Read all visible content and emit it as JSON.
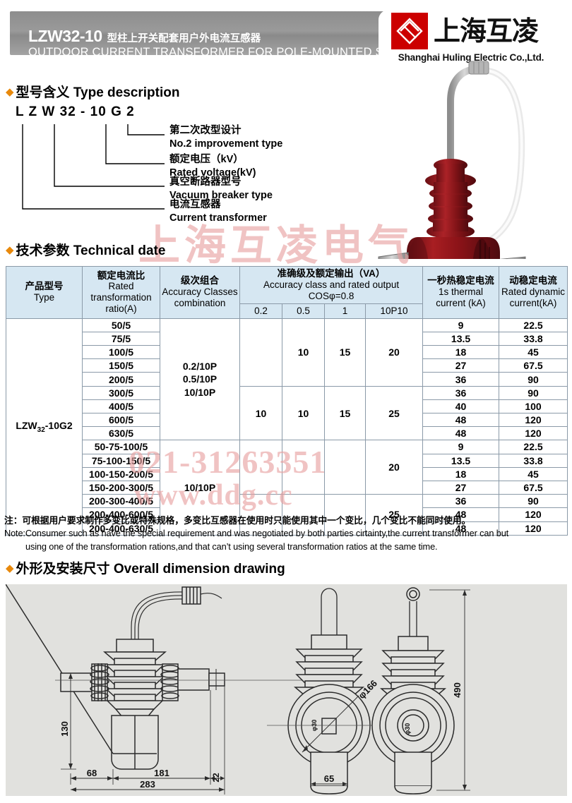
{
  "header": {
    "model": "LZW32-10",
    "title_cn": "型柱上开关配套用户外电流互感器",
    "title_en": "OUTDOOR CURRENT TRANSFORMER FOR POLE-MOUNTED SWITCH",
    "logo_cn": "上海互凌",
    "logo_en": "Shanghai Huling Electric Co.,Ltd.",
    "logo_color": "#cc0000",
    "bar_color": "#919191"
  },
  "sections": {
    "type_description": {
      "cn": "型号含义",
      "en": "Type description"
    },
    "technical_data": {
      "cn": "技术参数",
      "en": "Technical date"
    },
    "dimension_drawing": {
      "cn": "外形及安装尺寸",
      "en": "Overall dimension drawing"
    }
  },
  "type_description": {
    "code": "L   Z W 32   -   10   G 2",
    "items": [
      {
        "cn": "第二次改型设计",
        "en": "No.2 improvement type"
      },
      {
        "cn": "额定电压（kV）",
        "en": "Rated voltage(kV)"
      },
      {
        "cn": "真空断路器型号",
        "en": "Vacuum breaker type"
      },
      {
        "cn": "电流互感器",
        "en": "Current transformer"
      }
    ]
  },
  "table": {
    "headers": {
      "type": {
        "cn": "产品型号",
        "en": "Type"
      },
      "ratio": {
        "cn": "额定电流比",
        "en": "Rated transformation ratio(A)"
      },
      "accuracy": {
        "cn": "级次组合",
        "en": "Accuracy Classes combination"
      },
      "output": {
        "cn": "准确级及额定输出（VA）",
        "en": "Accuracy class and rated output",
        "cos": "COSφ=0.8"
      },
      "output_cols": [
        "0.2",
        "0.5",
        "1",
        "10P10"
      ],
      "thermal": {
        "cn": "一秒热稳定电流",
        "en": "1s thermal current (kA)"
      },
      "dynamic": {
        "cn": "动稳定电流",
        "en": "Rated dynamic current(kA)"
      }
    },
    "product_type": "LZW32-10G2",
    "product_type_main": "LZW",
    "product_type_sub": "32",
    "product_type_tail": "-10G2",
    "accuracy_group_1": "0.2/10P 0.5/10P 10/10P",
    "accuracy_group_1_lines": [
      "0.2/10P",
      "0.5/10P",
      "10/10P"
    ],
    "accuracy_group_2": "10/10P",
    "rows": [
      {
        "ratio": "50/5",
        "thermal": "9",
        "dynamic": "22.5"
      },
      {
        "ratio": "75/5",
        "thermal": "13.5",
        "dynamic": "33.8"
      },
      {
        "ratio": "100/5",
        "thermal": "18",
        "dynamic": "45"
      },
      {
        "ratio": "150/5",
        "thermal": "27",
        "dynamic": "67.5"
      },
      {
        "ratio": "200/5",
        "thermal": "36",
        "dynamic": "90"
      },
      {
        "ratio": "300/5",
        "thermal": "36",
        "dynamic": "90"
      },
      {
        "ratio": "400/5",
        "thermal": "40",
        "dynamic": "100"
      },
      {
        "ratio": "600/5",
        "thermal": "48",
        "dynamic": "120"
      },
      {
        "ratio": "630/5",
        "thermal": "48",
        "dynamic": "120"
      },
      {
        "ratio": "50-75-100/5",
        "thermal": "9",
        "dynamic": "22.5"
      },
      {
        "ratio": "75-100-150/5",
        "thermal": "13.5",
        "dynamic": "33.8"
      },
      {
        "ratio": "100-150-200/5",
        "thermal": "18",
        "dynamic": "45"
      },
      {
        "ratio": "150-200-300/5",
        "thermal": "27",
        "dynamic": "67.5"
      },
      {
        "ratio": "200-300-400/5",
        "thermal": "36",
        "dynamic": "90"
      },
      {
        "ratio": "200-400-600/5",
        "thermal": "48",
        "dynamic": "120"
      },
      {
        "ratio": "200-400-630/5",
        "thermal": "48",
        "dynamic": "120"
      }
    ],
    "output_groups": [
      {
        "rows": 5,
        "c02": "",
        "c05": "10",
        "c1": "15",
        "c10p10": "20"
      },
      {
        "rows": 4,
        "c02": "10",
        "c05": "10",
        "c1": "15",
        "c10p10": "25"
      },
      {
        "rows": 4,
        "c02": "",
        "c05": "",
        "c1": "",
        "c10p10": "20"
      },
      {
        "rows": 3,
        "c02": "",
        "c05": "",
        "c1": "",
        "c10p10": "25"
      }
    ]
  },
  "note": {
    "cn": "注：可根据用户要求制作多变比或特殊规格，多变比互感器在使用时只能使用其中一个变比，几个变比不能同时使用。",
    "en_line1": "Note:Consumer such as have the  special requirement and was negotiated by both parties cirtainty,the current transformer can but",
    "en_line2": "using one of the  transformation rations,and that can’t using several transformation ratios at the same time."
  },
  "drawing": {
    "dimensions": {
      "height_130": "130",
      "len_68": "68",
      "len_181": "181",
      "len_22": "22",
      "len_283": "283",
      "width_65": "65",
      "diameter_166": "φ166",
      "height_490": "490",
      "small_d1": "φ30",
      "small_d2": "φ30"
    },
    "background_color": "#e1e1de"
  },
  "watermarks": {
    "top": "上海互凌电气",
    "phone": "021-31263351",
    "site": "www.ddg.cc"
  }
}
